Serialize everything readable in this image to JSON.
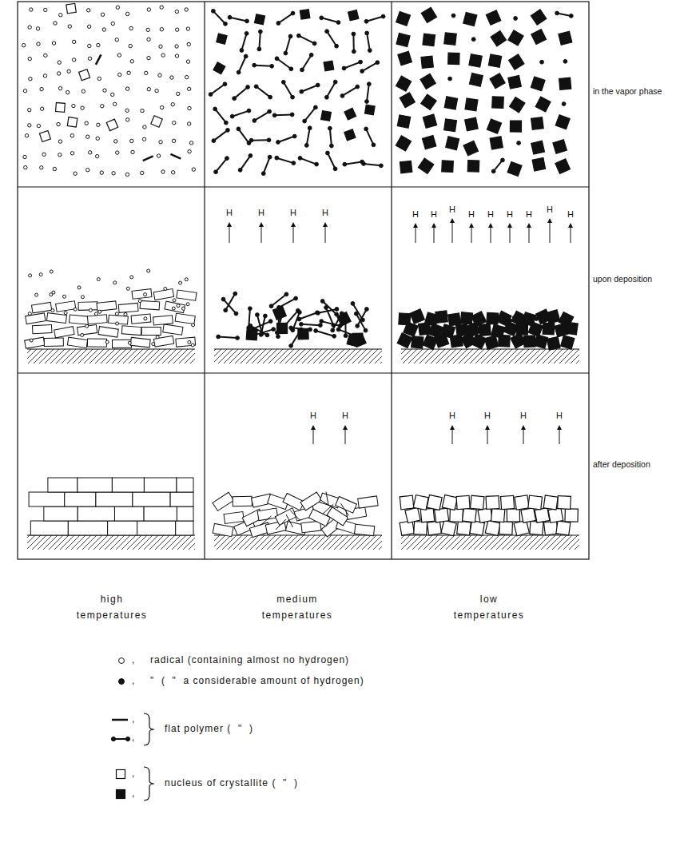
{
  "diagram": {
    "labels": [
      "in the vapor phase",
      "upon deposition",
      "after deposition",
      "H",
      "H",
      "H",
      "H",
      "H",
      "H",
      "H",
      "H",
      "H",
      "H",
      "H",
      "H",
      "H",
      "H",
      "H",
      "H",
      "H",
      "H",
      "H",
      "high temperatures",
      "medium temperatures",
      "low temperatures",
      ",",
      ",",
      ",",
      ",",
      ",",
      ","
    ],
    "legend": [
      {
        "text": "radical (containing almost no hydrogen)"
      },
      {
        "text": "\"  (  \"  a considerable amount of hydrogen)"
      },
      {
        "text": "flat polymer (  \"  )"
      },
      {
        "text": "nucleus of crystallite (  \"  )"
      }
    ]
  }
}
